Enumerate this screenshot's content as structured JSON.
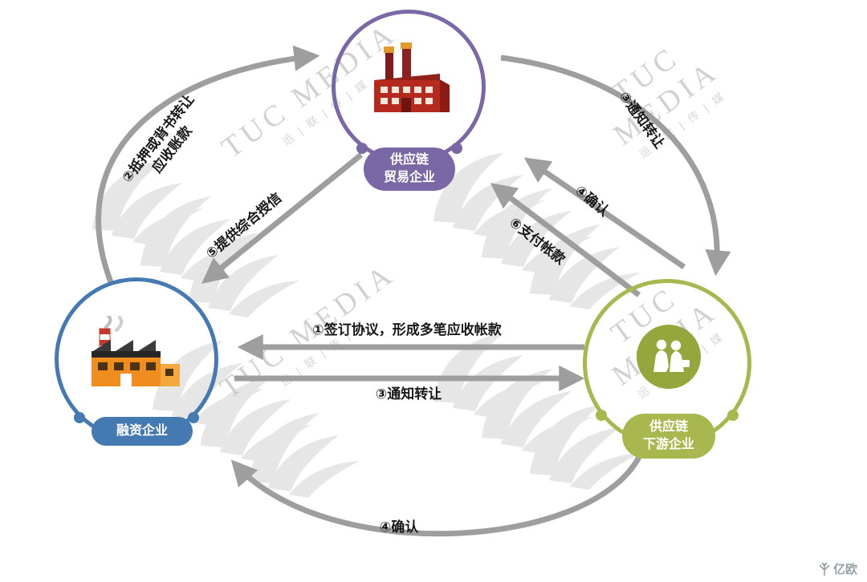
{
  "watermark": {
    "title": "TUC MEDIA",
    "subtitle": "运 | 联 | 传 | 媒"
  },
  "logo": {
    "text": "亿欧"
  },
  "nodes": {
    "trade": {
      "line1": "供应链",
      "line2": "贸易企业"
    },
    "financing": {
      "label": "融资企业"
    },
    "downstream": {
      "line1": "供应链",
      "line2": "下游企业"
    }
  },
  "arrows": {
    "pledge": {
      "line1": "②抵押或背书转让",
      "line2": "应收账款"
    },
    "credit": {
      "label": "⑤提供综合授信"
    },
    "notify_top": {
      "label": "③通知转让"
    },
    "confirm_top": {
      "label": "④确认"
    },
    "pay": {
      "label": "⑥支付帐款"
    },
    "sign": {
      "label": "①签订协议，形成多笔应收帐款"
    },
    "notify_mid": {
      "label": "③通知转让"
    },
    "confirm_bottom": {
      "label": "④确认"
    }
  },
  "colors": {
    "purple": "#7a68a6",
    "blue": "#4579b2",
    "green": "#a9b84e",
    "arrow": "#9e9e9e",
    "watermark": "#c9c9c9"
  }
}
